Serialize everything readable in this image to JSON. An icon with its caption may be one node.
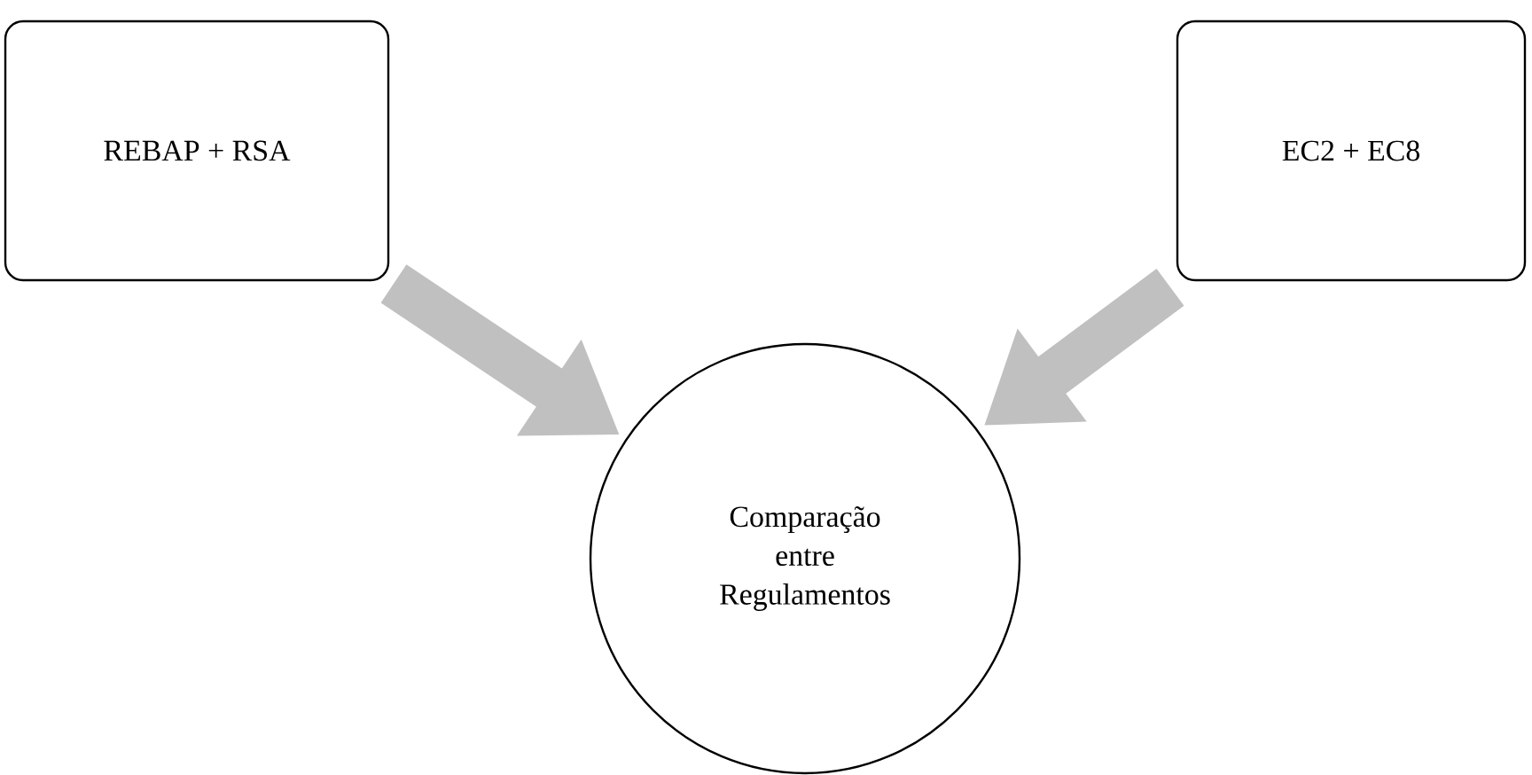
{
  "diagram": {
    "nodes": [
      {
        "text": [
          "REBAP + RSA"
        ]
      },
      {
        "text": [
          "EC2 + EC8"
        ]
      },
      {
        "text": [
          "Comparação entre Regulamentos"
        ]
      }
    ],
    "edges": [
      {
        "from": 0,
        "to": 2,
        "arrow": "to"
      },
      {
        "from": 1,
        "to": 2,
        "arrow": "to"
      }
    ]
  }
}
